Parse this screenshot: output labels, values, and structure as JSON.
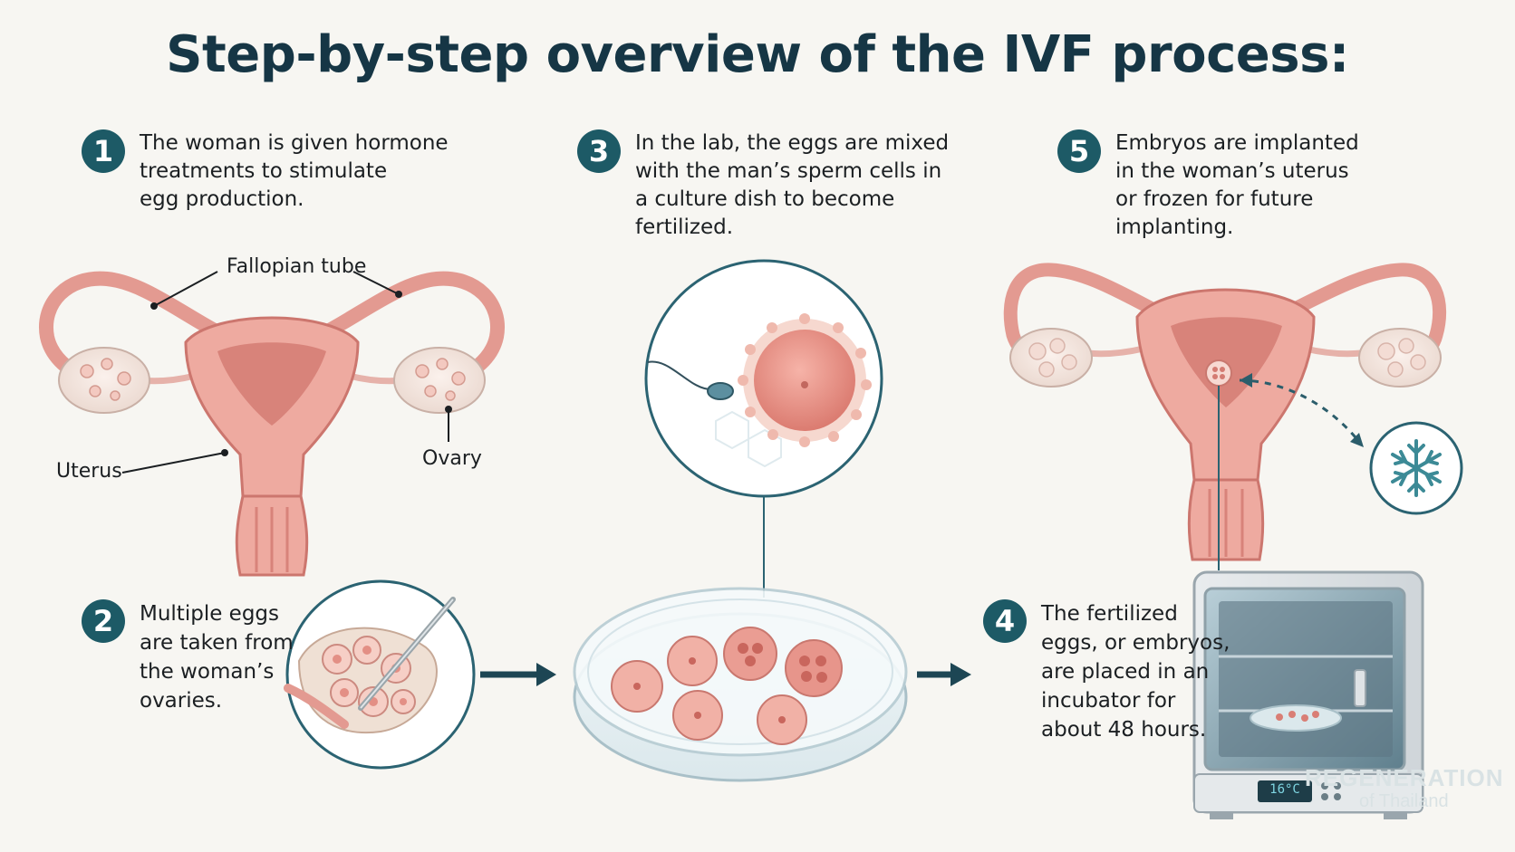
{
  "title": "Step-by-step overview of the IVF process:",
  "steps": [
    {
      "number": "1",
      "lines": [
        "The woman is given hormone",
        "treatments to stimulate",
        "egg production."
      ]
    },
    {
      "number": "2",
      "lines": [
        "Multiple eggs",
        "are taken from",
        "the woman’s",
        "ovaries."
      ]
    },
    {
      "number": "3",
      "lines": [
        "In the lab, the eggs are mixed",
        "with the man’s sperm cells in",
        "a culture dish to become",
        "fertilized."
      ]
    },
    {
      "number": "4",
      "lines": [
        "The fertilized",
        "eggs, or embryos,",
        "are placed in an",
        "incubator for",
        "about 48 hours."
      ]
    },
    {
      "number": "5",
      "lines": [
        "Embryos are implanted",
        "in the woman’s uterus",
        "or frozen for future",
        "implanting."
      ]
    }
  ],
  "labels": {
    "fallopian_tube": "Fallopian tube",
    "uterus": "Uterus",
    "ovary": "Ovary"
  },
  "incubator_display": "16°C",
  "watermark": {
    "line1": "REGENERATION",
    "line2": "of Thailand"
  },
  "colors": {
    "accent": "#1d5a66",
    "tissue": "#e8a49a",
    "tissue_dark": "#c96d66",
    "background": "#f7f6f2"
  }
}
